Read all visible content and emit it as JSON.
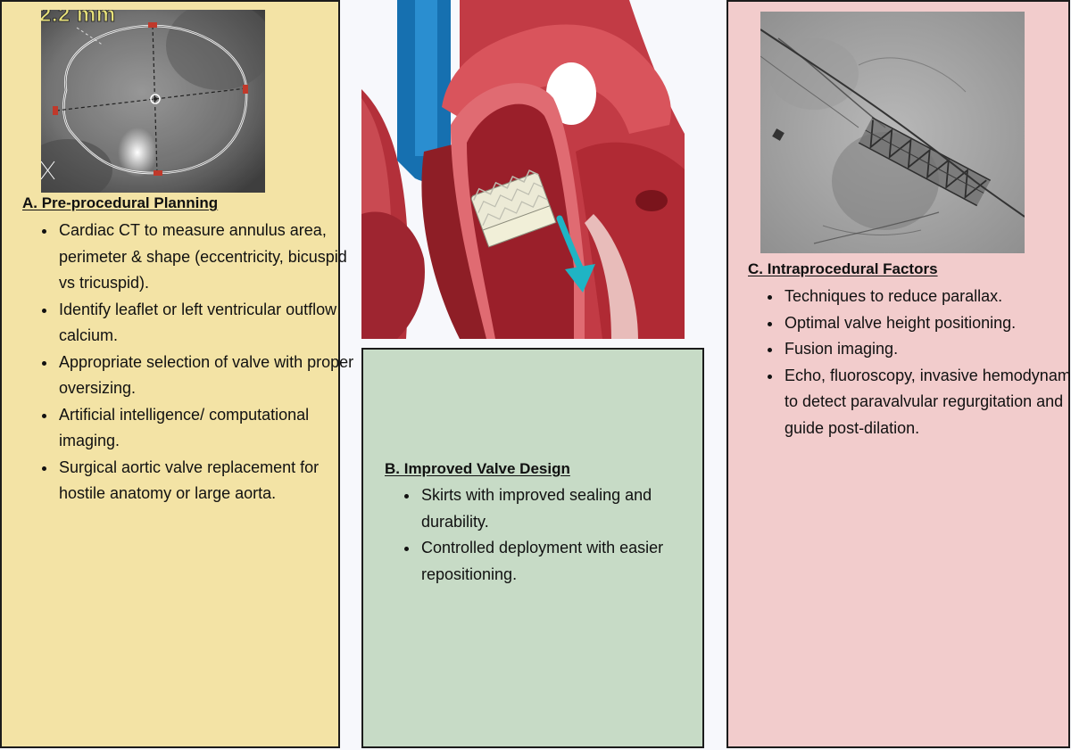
{
  "panel_a": {
    "heading": "A. Pre-procedural Planning",
    "image_label": "2.2 mm",
    "items": [
      "Cardiac CT to measure annulus area, perimeter & shape (eccentricity, bicuspid vs tricuspid).",
      "Identify leaflet or left ventricular outflow calcium.",
      "Appropriate selection of valve with proper oversizing.",
      "Artificial intelligence/ computational imaging.",
      "Surgical aortic valve replacement for hostile anatomy or large aorta."
    ],
    "background": "#f3e3a5"
  },
  "panel_b": {
    "heading": "B. Improved Valve Design",
    "items": [
      "Skirts with improved sealing and durability.",
      "Controlled deployment with easier repositioning."
    ],
    "background": "#c7dbc6"
  },
  "panel_c": {
    "heading": "C. Intraprocedural Factors",
    "items": [
      "Techniques to reduce parallax.",
      "Optimal valve height positioning.",
      "Fusion imaging.",
      "Echo, fluoroscopy, invasive hemodynamics to detect paravalvular regurgitation and guide  post-dilation."
    ],
    "background": "#f2cccc"
  },
  "icons": {
    "ct_image": "ct-annulus-icon",
    "heart": "heart-valve-icon",
    "fluoro": "fluoroscopy-icon"
  }
}
